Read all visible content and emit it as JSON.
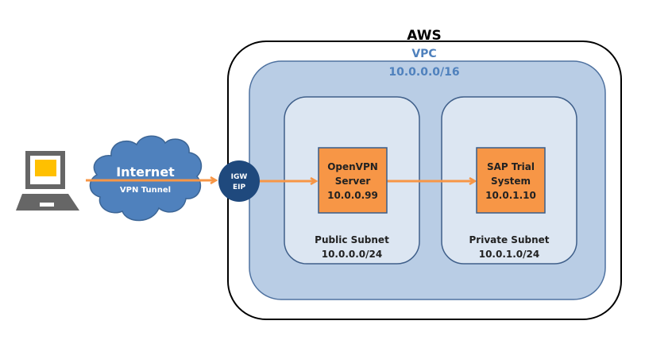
{
  "aws": {
    "label": "AWS"
  },
  "vpc": {
    "label": "VPC",
    "cidr": "10.0.0.0/16"
  },
  "internet": {
    "label": "Internet",
    "sublabel": "VPN Tunnel"
  },
  "igw": {
    "line1": "IGW",
    "line2": "EIP"
  },
  "public_subnet": {
    "label": "Public Subnet",
    "cidr": "10.0.0.0/24"
  },
  "private_subnet": {
    "label": "Private Subnet",
    "cidr": "10.0.1.0/24"
  },
  "openvpn": {
    "line1": "OpenVPN",
    "line2": "Server",
    "line3": "10.0.0.99"
  },
  "sap": {
    "line1": "SAP Trial",
    "line2": "System",
    "line3": "10.0.1.10"
  },
  "client": {
    "icon": "laptop-icon"
  },
  "colors": {
    "vpc_fill": "#b9cde5",
    "vpc_stroke": "#4f72a0",
    "subnet_fill": "#dce6f2",
    "subnet_stroke": "#3f5f8a",
    "server_fill": "#f79646",
    "server_stroke": "#385d8a",
    "arrow": "#f79646",
    "cloud": "#4f81bd",
    "igw": "#1f497d",
    "vpc_text": "#4f81bd",
    "laptop_body": "#666666",
    "laptop_screen": "#ffc000"
  }
}
